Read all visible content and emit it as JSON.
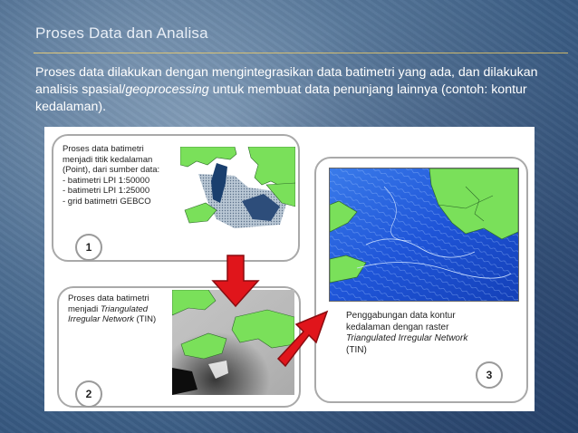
{
  "slide": {
    "title": "Proses Data dan Analisa",
    "body_part1": "Proses data dilakukan dengan mengintegrasikan data batimetri yang ada, dan dilakukan analisis spasial/",
    "body_italic": "geoprocessing",
    "body_part2": "  untuk membuat data penunjang lainnya (contoh: kontur kedalaman)."
  },
  "figure": {
    "panel1": {
      "lines": [
        "Proses data batimetri",
        "menjadi titik kedalaman",
        "(Point), dari sumber data:",
        "- batimetri LPI 1:50000",
        "- batimetri LPI 1:25000",
        "- grid batimetri GEBCO"
      ],
      "badge": "1"
    },
    "panel2": {
      "line1": "Proses data batimetri",
      "line2_prefix": "menjadi ",
      "line2_italic": "Triangulated",
      "line3_italic": "Irregular Network",
      "line3_suffix": " (TIN)",
      "badge": "2"
    },
    "panel3": {
      "line1": "Penggabungan data kontur",
      "line2": "kedalaman dengan raster",
      "line3_italic": "Triangulated Irregular Network",
      "line4": "(TIN)",
      "badge": "3"
    },
    "colors": {
      "land": "#7ae05a",
      "sea_blue": "#1f55d8",
      "arrow_red": "#e0151b"
    }
  }
}
